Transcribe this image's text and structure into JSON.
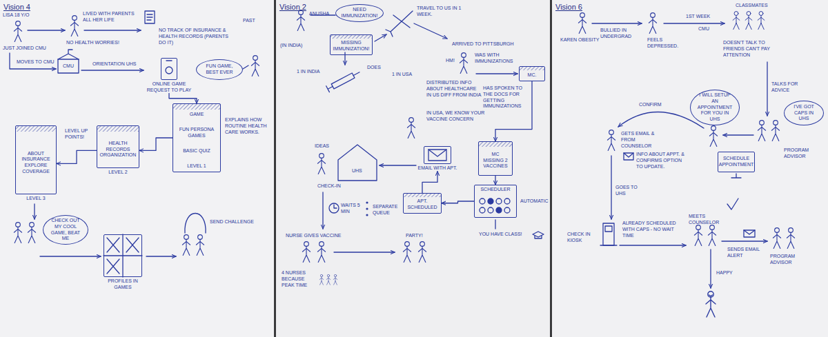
{
  "diagram": {
    "nodes": [
      {
        "text": [
          "Vision 4"
        ]
      },
      {
        "text": [
          "ONLINE GAME REQUEST TO PLAY"
        ],
        "in": 0
      },
      {
        "text": [
          "FUN GAME, BEST EVER"
        ],
        "in": 0
      },
      {
        "text": [
          "GAME",
          "FUN PERSONA GAMES",
          "BASIC QUIZ",
          "LEVEL 1"
        ],
        "in": 0
      },
      {
        "text": [
          "HEALTH RECORDS ORGANIZATION",
          "LEVEL 2"
        ],
        "in": 0
      },
      {
        "text": [
          "ABOUT INSURANCE EXPLORE COVERAGE",
          "LEVEL 3"
        ],
        "in": 0
      },
      {
        "text": [
          "CHECK OUT MY COOL GAME, BEAT ME"
        ],
        "in": 0
      },
      {
        "text": [
          "PROFILES IN GAMES"
        ],
        "in": 0
      },
      {
        "text": [
          "Vision 2"
        ]
      },
      {
        "text": [
          "NEED IMMUNIZATION!"
        ],
        "in": 8
      },
      {
        "text": [
          "MISSING IMMUNIZATION!"
        ],
        "in": 8
      },
      {
        "text": [
          "MC."
        ],
        "in": 8
      },
      {
        "text": [
          "MC",
          "MISSING 2 VACCINES"
        ],
        "in": 8
      },
      {
        "text": [
          "EMAIL WITH APT."
        ],
        "in": 8
      },
      {
        "text": [
          "APT. SCHEDULED"
        ],
        "in": 8
      },
      {
        "text": [
          "SCHEDULER"
        ],
        "in": 8
      },
      {
        "text": [
          "Vision 6"
        ]
      },
      {
        "text": [
          "I'VE GOT CAPS IN UHS"
        ],
        "in": 16
      },
      {
        "text": [
          "I WILL SETUP AN APPOINTMENT FOR YOU IN UHS"
        ],
        "in": 16
      },
      {
        "text": [
          "SCHEDULE APPOINTMENT"
        ],
        "in": 16
      }
    ],
    "edges": [
      {
        "from": 1,
        "to": 3,
        "arrow": "to"
      },
      {
        "from": 3,
        "to": 4,
        "arrow": "to"
      },
      {
        "from": 4,
        "to": 5,
        "arrow": "to"
      },
      {
        "from": 11,
        "to": 12,
        "arrow": "to"
      },
      {
        "from": 12,
        "to": 15,
        "arrow": "to"
      },
      {
        "from": 15,
        "to": 14,
        "arrow": "to"
      },
      {
        "from": 14,
        "to": 13,
        "arrow": "to"
      }
    ],
    "labels": [
      "LISA 18 Y/O",
      "LIVED WITH PARENTS ALL HER LIFE",
      "NO TRACK OF INSURANCE & HEALTH RECORDS (PARENTS DO IT)",
      "PAST",
      "JUST JOINED CMU",
      "NO HEALTH WORRIES!",
      "MOVES TO CMU",
      "CMU",
      "ORIENTATION UHS",
      "EXPLAINS HOW ROUTINE HEALTH CARE WORKS.",
      "LEVEL UP POINTS!",
      "SEND CHALLENGE",
      "ANUSHA",
      "(IN INDIA)",
      "TRAVEL TO US IN 1 WEEK.",
      "ARRIVED TO PITTSBURGH",
      "HM!",
      "WAS WITH IMMUNIZATIONS",
      "1 IN INDIA",
      "DOES",
      "1 IN USA",
      "DISTRIBUTED INFO ABOUT HEALTHCARE IN US DIFF FROM INDIA",
      "HAS SPOKEN TO THE DOCS FOR GETTING IMMUNIZATIONS",
      "IN USA, WE KNOW YOUR VACCINE CONCERN",
      "AUTOMATIC",
      "YOU HAVE CLASS!",
      "IDEAS",
      "UHS",
      "CHECK-IN",
      "WAITS 5 MIN",
      "SEPARATE QUEUE",
      "NURSE GIVES VACCINE",
      "4 NURSES BECAUSE PEAK TIME",
      "PARTY!",
      "KAREN OBESITY",
      "BULLIED IN UNDERGRAD",
      "FEELS DEPRESSED.",
      "1ST WEEK",
      "CMU",
      "CLASSMATES",
      "DOESN'T TALK TO FRIENDS CAN'T PAY ATTENTION",
      "TALKS FOR ADVICE",
      "PROGRAM ADVISOR",
      "CONFIRM",
      "GETS EMAIL & FROM COUNSELOR",
      "INFO ABOUT APPT. & CONFIRMS OPTION TO UPDATE.",
      "GOES TO UHS",
      "CHECK IN KIOSK",
      "ALREADY SCHEDULED WITH CAPS - NO WAIT TIME",
      "MEETS COUNSELOR",
      "SENDS EMAIL ALERT",
      "PROGRAM ADVISOR",
      "HAPPY"
    ]
  }
}
